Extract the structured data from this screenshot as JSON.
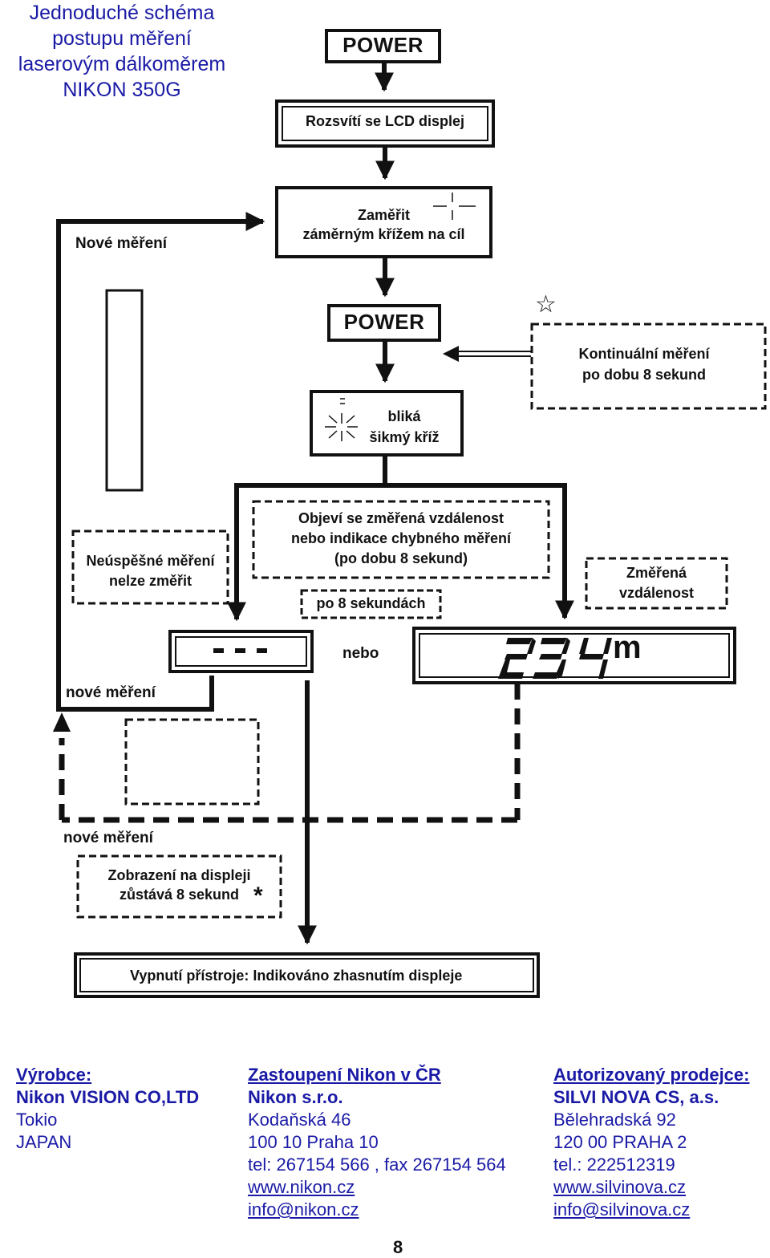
{
  "title": {
    "line1": "Jednoduché schéma",
    "line2": "postupu měření",
    "line3": "laserovým dálkoměrem",
    "line4": "NIKON 350G"
  },
  "boxes": {
    "power1": "POWER",
    "lcd": "Rozsvítí se LCD displej",
    "aim_line1": "Zaměřit",
    "aim_line2": "záměrným křížem na cíl",
    "power2": "POWER",
    "continuous_line1": "Kontinuální měření",
    "continuous_line2": "po dobu 8 sekund",
    "blink_line1": "bliká",
    "blink_line2": "šikmý kříž",
    "result_line1": "Objeví se změřená vzdálenost",
    "result_line2": "nebo indikace chybného měření",
    "result_line3": "(po dobu 8 sekund)",
    "after8": "po 8 sekundách",
    "fail_line1": "Neúspěšné měření",
    "fail_line2": "nelze změřit",
    "measured_line1": "Změřená",
    "measured_line2": "vzdálenost",
    "display_error": "- - -",
    "or": "nebo",
    "display_value": "234",
    "display_unit": "m",
    "stay_line1": "Zobrazení na displeji",
    "stay_line2": "zůstává 8 sekund",
    "off": "Vypnutí přístroje: Indikováno zhasnutím displeje"
  },
  "labels": {
    "new_measure_top": "Nové měření",
    "new_measure_mid": "nové měření",
    "new_measure_bottom": "nové měření",
    "star": "☆",
    "asterisk": "*"
  },
  "footer": {
    "col1": {
      "heading": "Výrobce:",
      "company": "Nikon VISION CO,LTD",
      "line1": "Tokio",
      "line2": "JAPAN"
    },
    "col2": {
      "heading": "Zastoupení Nikon  v ČR",
      "company": "Nikon s.r.o.",
      "line1": "Kodaňská 46",
      "line2": "100 10  Praha 10",
      "line3": "tel: 267154 566 , fax 267154 564",
      "web": "www.nikon.cz",
      "email": "info@nikon.cz"
    },
    "col3": {
      "heading": "Autorizovaný prodejce:",
      "company": "SILVI NOVA CS, a.s.",
      "line1": "Bělehradská 92",
      "line2": "120 00  PRAHA 2",
      "line3": "tel.: 222512319",
      "web": "www.silvinova.cz",
      "email": "info@silvinova.cz"
    }
  },
  "page_number": "8"
}
